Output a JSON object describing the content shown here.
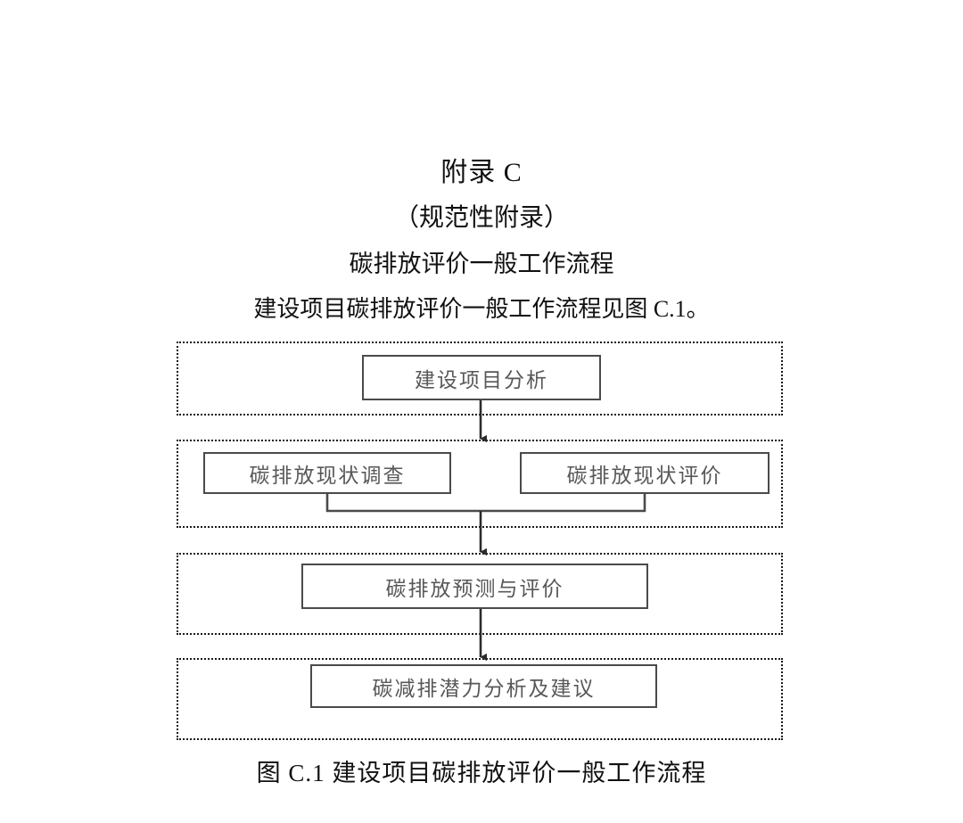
{
  "document": {
    "appendix_label": "附录 C",
    "appendix_type": "（规范性附录）",
    "appendix_topic": "碳排放评价一般工作流程",
    "intro_text": "建设项目碳排放评价一般工作流程见图 C.1。",
    "figure_caption": "图 C.1  建设项目碳排放评价一般工作流程"
  },
  "flowchart": {
    "type": "flowchart",
    "orientation": "top-to-bottom",
    "stages": [
      {
        "id": "stage-1",
        "nodes": [
          {
            "id": "node-analysis",
            "label": "建设项目分析"
          }
        ]
      },
      {
        "id": "stage-2",
        "nodes": [
          {
            "id": "node-survey",
            "label": "碳排放现状调查"
          },
          {
            "id": "node-current",
            "label": "碳排放现状评价"
          }
        ]
      },
      {
        "id": "stage-3",
        "nodes": [
          {
            "id": "node-forecast",
            "label": "碳排放预测与评价"
          }
        ]
      },
      {
        "id": "stage-4",
        "nodes": [
          {
            "id": "node-potential",
            "label": "碳减排潜力分析及建议"
          }
        ]
      }
    ],
    "connections": [
      {
        "from": "node-analysis",
        "to": "stage-2",
        "style": "arrow-down"
      },
      {
        "from": "node-survey+node-current",
        "to": "stage-3",
        "style": "merge-then-arrow-down"
      },
      {
        "from": "node-forecast",
        "to": "stage-4",
        "style": "arrow-down"
      }
    ]
  },
  "colors": {
    "page_background": "#ffffff",
    "heading_text": "#111111",
    "node_text": "#585858",
    "node_border": "#4a4a4a",
    "stage_border": "#1a1a1a",
    "connector": "#2b2b2b"
  }
}
